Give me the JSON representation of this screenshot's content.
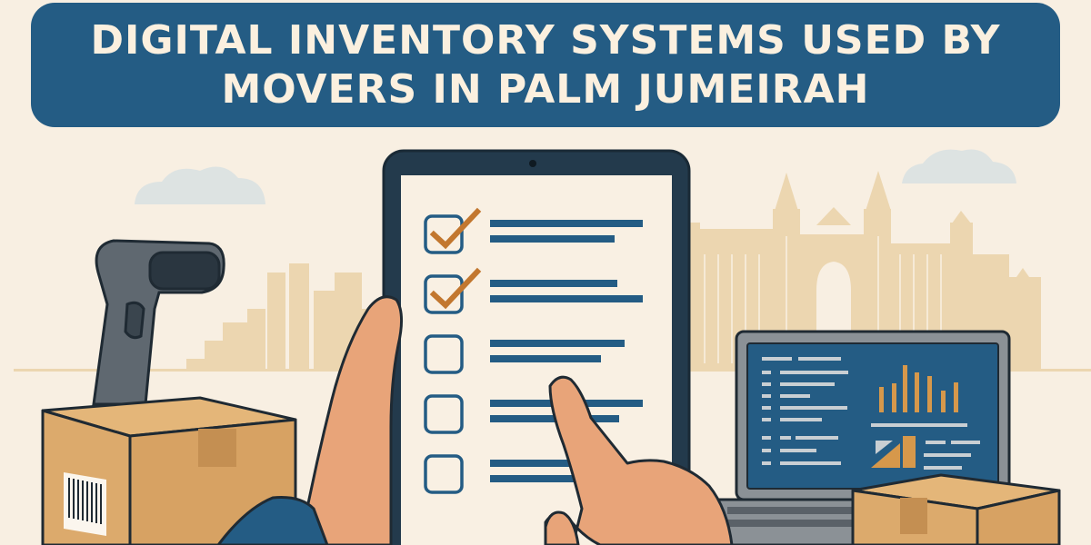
{
  "banner": {
    "title_line1": "DIGITAL INVENTORY SYSTEMS USED BY",
    "title_line2": "MOVERS IN PALM JUMEIRAH",
    "background_color": "#245c84",
    "text_color": "#fbf0df"
  },
  "colors": {
    "background": "#f8efe2",
    "skyline": "#ecd6b0",
    "cloud": "#dde3e2",
    "tablet_frame": "#233a4c",
    "screen": "#f9f0e3",
    "list_blue": "#245c84",
    "checkmark": "#c2772f",
    "box": "#dcaa6c",
    "box_dark": "#c48f52",
    "skin": "#e8a479",
    "sleeve": "#245c84",
    "scanner": "#5f6870",
    "laptop_screen": "#245c84",
    "laptop_frame": "#8b9196",
    "chart_bar": "#d6984b"
  },
  "tablet": {
    "checklist": [
      {
        "checked": true,
        "line1_width": 168,
        "line2_width": 137
      },
      {
        "checked": true,
        "line1_width": 140,
        "line2_width": 168
      },
      {
        "checked": false,
        "line1_width": 148,
        "line2_width": 122
      },
      {
        "checked": false,
        "line1_width": 168,
        "line2_width": 142
      },
      {
        "checked": false,
        "line1_width": 145,
        "line2_width": 145
      }
    ]
  },
  "laptop": {
    "chart_bars": [
      28,
      32,
      52,
      44,
      40,
      24,
      33
    ]
  },
  "icons": {
    "scanner": "barcode-scanner-icon",
    "barcode": "barcode-icon",
    "box": "cardboard-box-icon",
    "tablet": "tablet-icon",
    "checkbox": "checkbox-icon",
    "checkmark": "checkmark-icon",
    "laptop": "laptop-icon",
    "bar_chart": "bar-chart-icon",
    "hand": "hand-icon",
    "skyline": "atlantis-skyline-icon",
    "cloud": "cloud-icon"
  }
}
